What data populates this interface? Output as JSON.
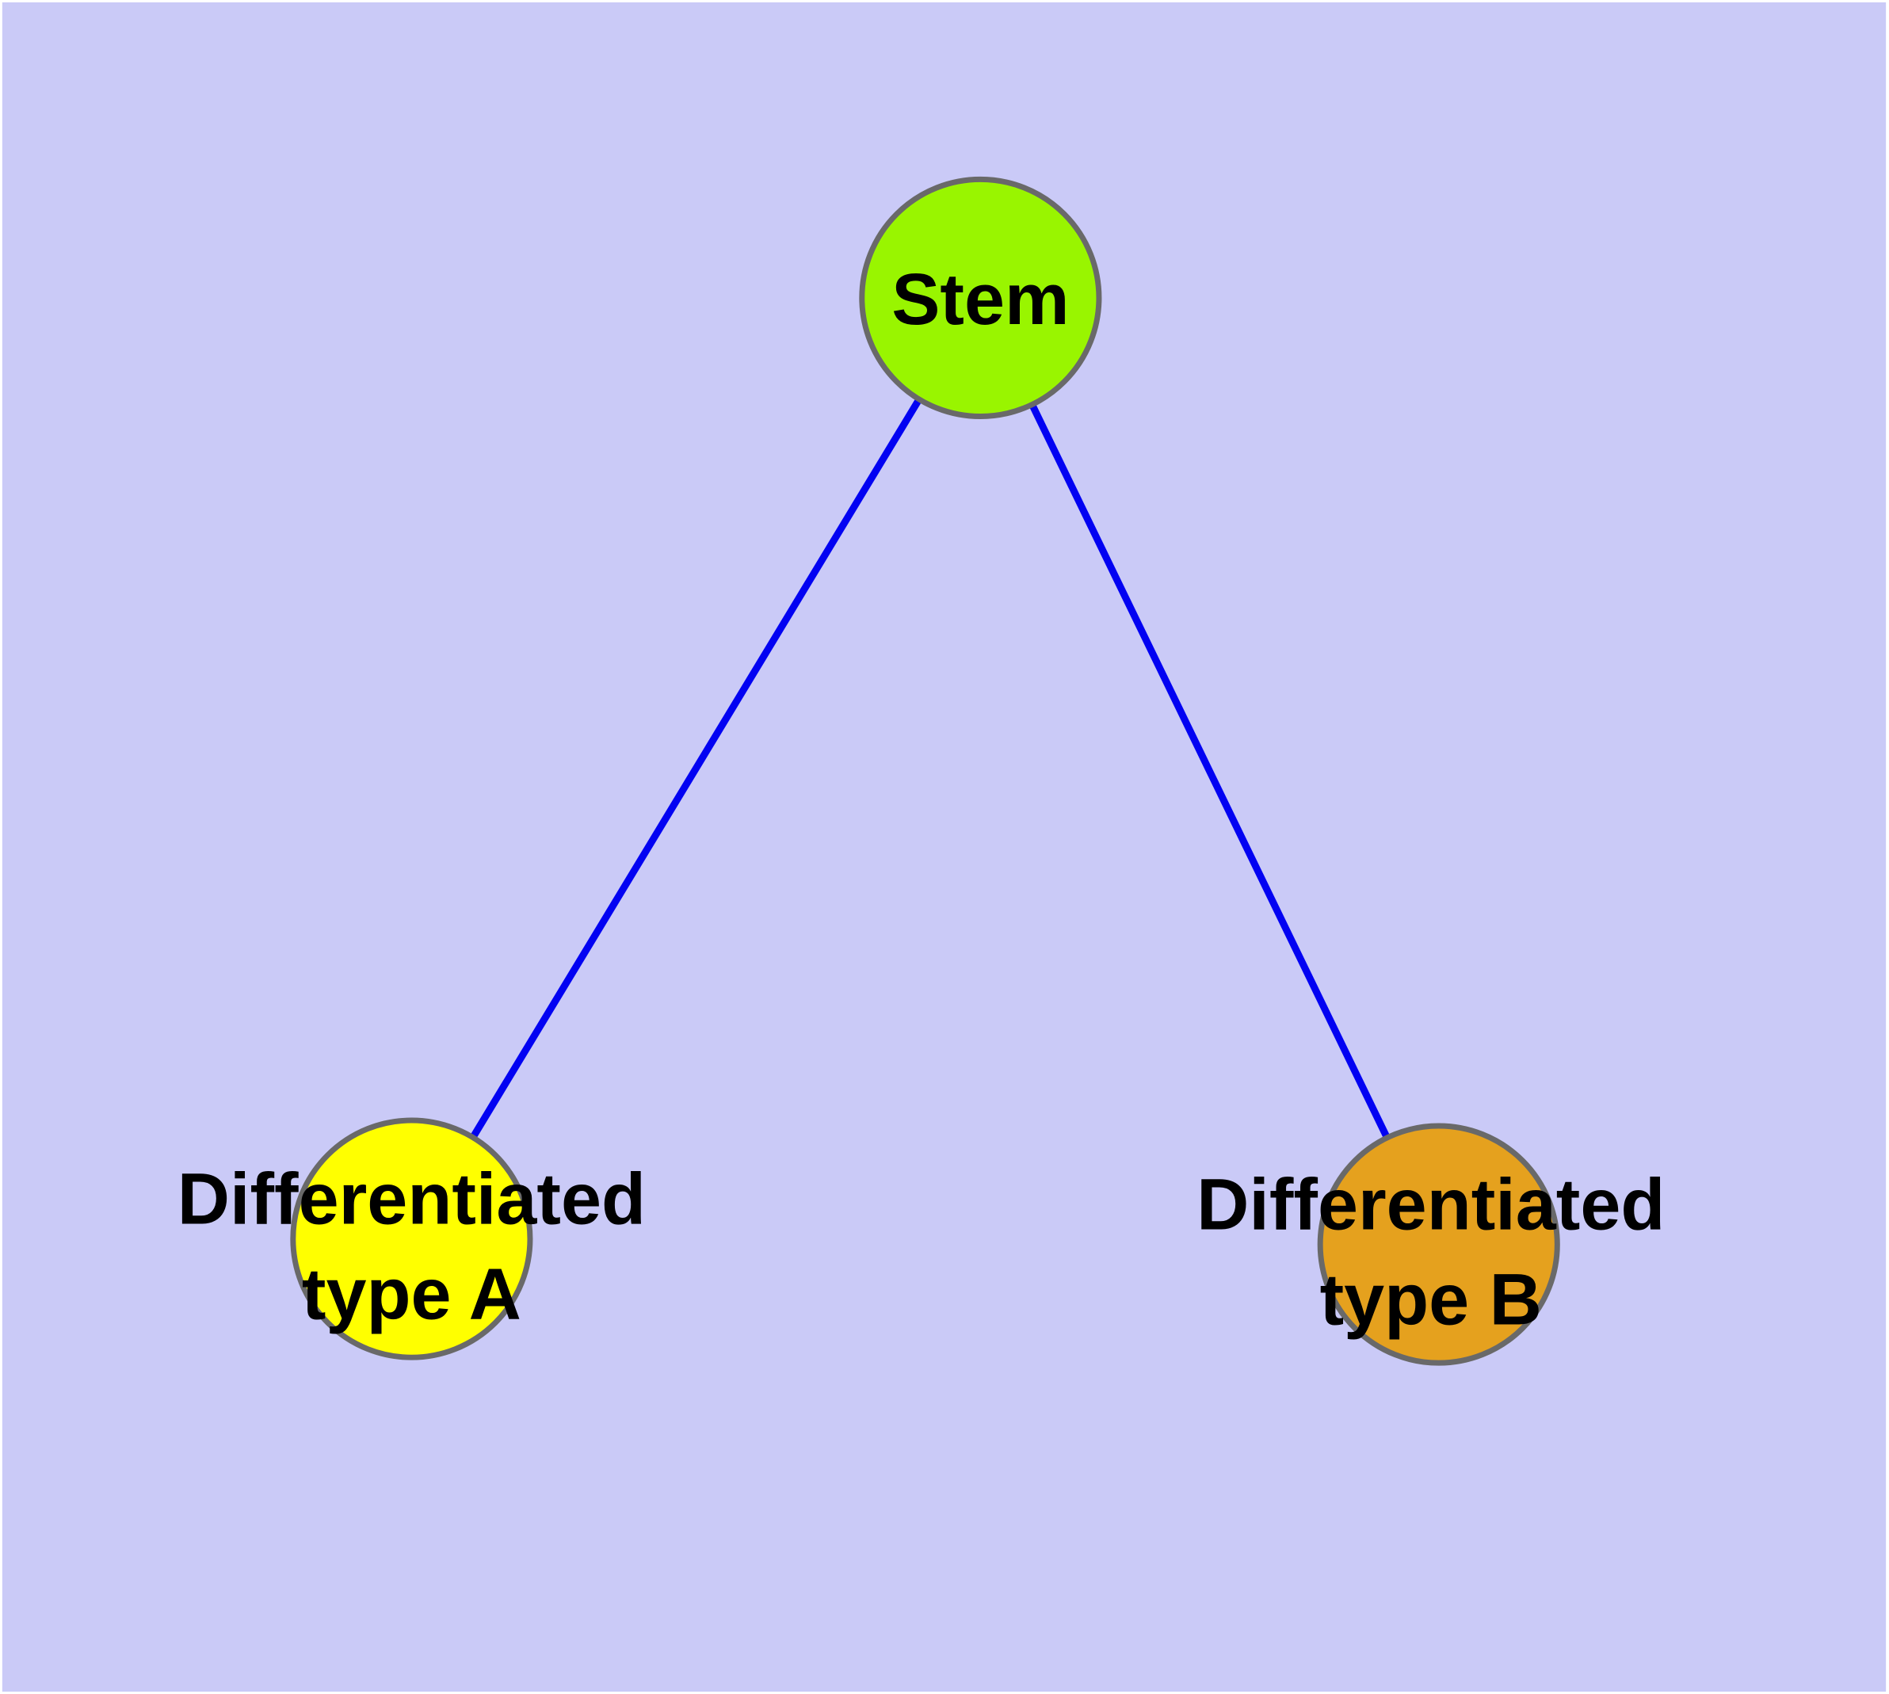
{
  "figure": {
    "type": "graph-diagram",
    "background_color": "#CACAF7",
    "frame_color": "#FFFFFF",
    "edge_color": "#0202F2",
    "node_border_color": "#696969",
    "label_color": "#000000",
    "nodes": [
      {
        "id": "stem",
        "label": "Stem",
        "label_line1": "Stem",
        "label_line2": "",
        "fill": "#99F500"
      },
      {
        "id": "differentiated-type-a",
        "label": "Differentiated type A",
        "label_line1": "Differentiated",
        "label_line2": "type A",
        "fill": "#FFFF00"
      },
      {
        "id": "differentiated-type-b",
        "label": "Differentiated type B",
        "label_line1": "Differentiated",
        "label_line2": "type B",
        "fill": "#E5A11E"
      }
    ],
    "edges": [
      {
        "from": "stem",
        "to": "differentiated-type-a"
      },
      {
        "from": "stem",
        "to": "differentiated-type-b"
      }
    ]
  }
}
